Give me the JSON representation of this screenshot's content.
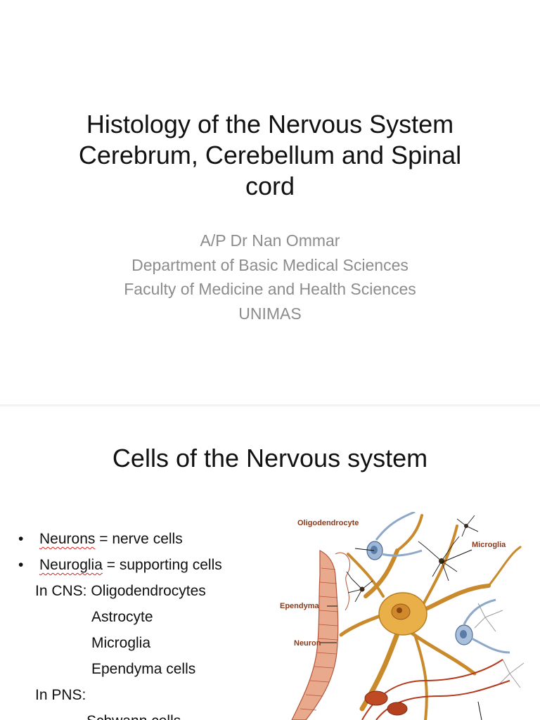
{
  "slide1": {
    "title_lines": [
      "Histology of the Nervous System",
      "Cerebrum, Cerebellum and Spinal",
      "cord"
    ],
    "subtitle_lines": [
      "A/P Dr Nan Ommar",
      "Department of Basic Medical Sciences",
      "Faculty of Medicine and Health Sciences",
      "UNIMAS"
    ]
  },
  "slide2": {
    "title": "Cells of the Nervous system",
    "bullet_char": "•",
    "bullets": [
      {
        "term": "Neurons",
        "rest": " = nerve cells"
      },
      {
        "term": "Neuroglia",
        "rest": " = supporting cells"
      }
    ],
    "cns_label": "In CNS: Oligodendrocytes",
    "cns_items": [
      "Astrocyte",
      "Microglia",
      "Ependyma cells"
    ],
    "pns_label": "In PNS:",
    "pns_items": [
      "Schwann cells"
    ],
    "figure_labels": {
      "oligodendrocyte": "Oligodendrocyte",
      "microglia": "Microglia",
      "ependyma": "Ependyma",
      "neuron": "Neuron"
    }
  },
  "colors": {
    "subtitle": "#8c8c8c",
    "figure_label": "#8a3a1a",
    "spellcheck_underline": "#dd2222"
  }
}
